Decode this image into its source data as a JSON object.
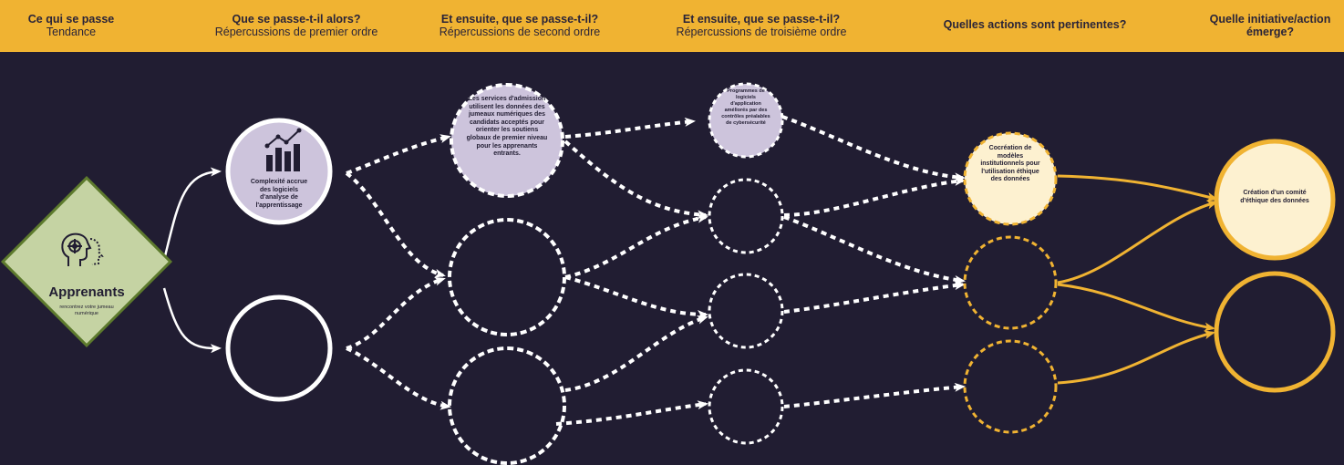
{
  "header": {
    "columns": [
      {
        "title": "Ce qui se passe",
        "subtitle": "Tendance"
      },
      {
        "title": "Que se passe-t-il alors?",
        "subtitle": "Répercussions de premier ordre"
      },
      {
        "title": "Et ensuite, que se passe-t-il?",
        "subtitle": "Répercussions de second ordre"
      },
      {
        "title": "Et ensuite, que se passe-t-il?",
        "subtitle": "Répercussions de troisième ordre"
      },
      {
        "title": "Quelles actions sont pertinentes?",
        "subtitle": ""
      },
      {
        "title": "Quelle initiative/action émerge?",
        "subtitle": ""
      }
    ]
  },
  "trend": {
    "title": "Apprenants",
    "subtitle": "rencontrez votre jumeau numérique",
    "icon": "target-head-icon"
  },
  "nodes": {
    "first_order_1": {
      "text": "Complexité accrue des logiciels d'analyse de l'apprentissage",
      "icon": "analytics-chart-icon"
    },
    "second_order_1": {
      "text": "Les services d'admission utilisent les données des jumeaux numériques des candidats acceptés pour orienter les soutiens globaux de premier niveau pour les apprenants entrants."
    },
    "third_order_1": {
      "text": "Programmes de logiciels d'application améliorés par des contrôles préalables de cybersécurité"
    },
    "action_1": {
      "text": "Cocréation de modèles institutionnels pour l'utilisation éthique des données"
    },
    "initiative_1": {
      "text": "Création d'un comité d'éthique des données"
    }
  },
  "colors": {
    "background": "#211d32",
    "header": "#f0b332",
    "accent": "#f0b332",
    "purple_fill": "#cdc4dc",
    "cream_fill": "#fdf1d0",
    "trend_fill": "#c5d3a3",
    "trend_border": "#5d7a2d"
  }
}
